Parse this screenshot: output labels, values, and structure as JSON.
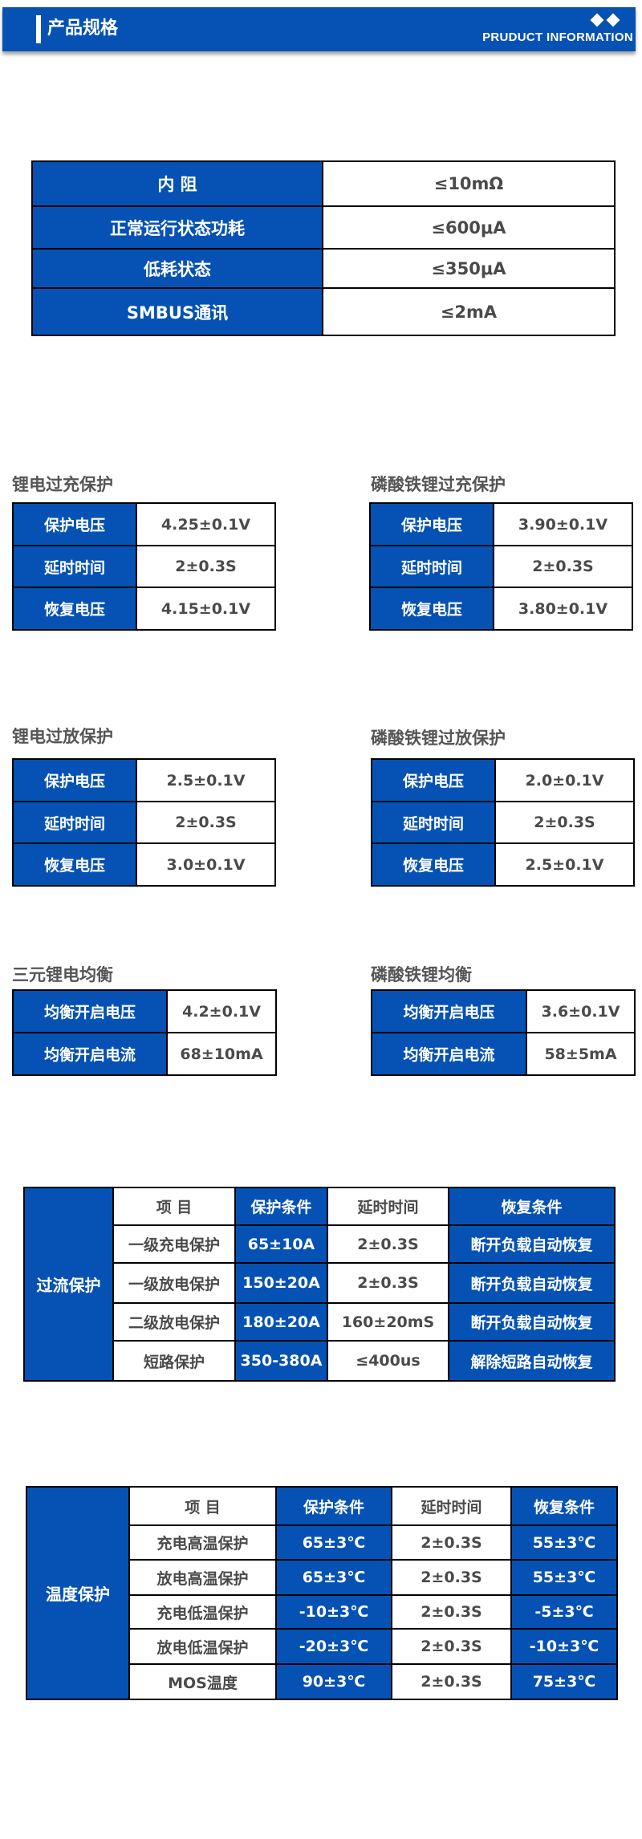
{
  "header": {
    "title": "产品规格",
    "subtitle": "PRUDUCT INFORMATION",
    "decor_icon": "diamond-pair-icon",
    "color": "#0652B4"
  },
  "basic_specs": [
    {
      "label": "内 阻",
      "value": "≤10mΩ"
    },
    {
      "label": "正常运行状态功耗",
      "value": "≤600μA"
    },
    {
      "label": "低耗状态",
      "value": "≤350μA"
    },
    {
      "label": "SMBUS通讯",
      "value": "≤2mA"
    }
  ],
  "overcharge": {
    "li": {
      "title": "锂电过充保护",
      "rows": [
        {
          "label": "保护电压",
          "value": "4.25±0.1V"
        },
        {
          "label": "延时时间",
          "value": "2±0.3S"
        },
        {
          "label": "恢复电压",
          "value": "4.15±0.1V"
        }
      ]
    },
    "lfp": {
      "title": "磷酸铁锂过充保护",
      "rows": [
        {
          "label": "保护电压",
          "value": "3.90±0.1V"
        },
        {
          "label": "延时时间",
          "value": "2±0.3S"
        },
        {
          "label": "恢复电压",
          "value": "3.80±0.1V"
        }
      ]
    }
  },
  "overdischarge": {
    "li": {
      "title": "锂电过放保护",
      "rows": [
        {
          "label": "保护电压",
          "value": "2.5±0.1V"
        },
        {
          "label": "延时时间",
          "value": "2±0.3S"
        },
        {
          "label": "恢复电压",
          "value": "3.0±0.1V"
        }
      ]
    },
    "lfp": {
      "title": "磷酸铁锂过放保护",
      "rows": [
        {
          "label": "保护电压",
          "value": "2.0±0.1V"
        },
        {
          "label": "延时时间",
          "value": "2±0.3S"
        },
        {
          "label": "恢复电压",
          "value": "2.5±0.1V"
        }
      ]
    }
  },
  "balance": {
    "li": {
      "title": "三元锂电均衡",
      "rows": [
        {
          "label": "均衡开启电压",
          "value": "4.2±0.1V"
        },
        {
          "label": "均衡开启电流",
          "value": "68±10mA"
        }
      ]
    },
    "lfp": {
      "title": "磷酸铁锂均衡",
      "rows": [
        {
          "label": "均衡开启电压",
          "value": "3.6±0.1V"
        },
        {
          "label": "均衡开启电流",
          "value": "58±5mA"
        }
      ]
    }
  },
  "overcurrent": {
    "label": "过流保护",
    "headers": [
      "项 目",
      "保护条件",
      "延时时间",
      "恢复条件"
    ],
    "rows": [
      {
        "item": "一级充电保护",
        "condition": "65±10A",
        "delay": "2±0.3S",
        "recovery": "断开负载自动恢复"
      },
      {
        "item": "一级放电保护",
        "condition": "150±20A",
        "delay": "2±0.3S",
        "recovery": "断开负载自动恢复"
      },
      {
        "item": "二级放电保护",
        "condition": "180±20A",
        "delay": "160±20mS",
        "recovery": "断开负载自动恢复"
      },
      {
        "item": "短路保护",
        "condition": "350-380A",
        "delay": "≤400us",
        "recovery": "解除短路自动恢复"
      }
    ]
  },
  "temperature": {
    "label": "温度保护",
    "headers": [
      "项 目",
      "保护条件",
      "延时时间",
      "恢复条件"
    ],
    "rows": [
      {
        "item": "充电高温保护",
        "condition": "65±3℃",
        "delay": "2±0.3S",
        "recovery": "55±3℃"
      },
      {
        "item": "放电高温保护",
        "condition": "65±3℃",
        "delay": "2±0.3S",
        "recovery": "55±3℃"
      },
      {
        "item": "充电低温保护",
        "condition": "-10±3℃",
        "delay": "2±0.3S",
        "recovery": "-5±3℃"
      },
      {
        "item": "放电低温保护",
        "condition": "-20±3℃",
        "delay": "2±0.3S",
        "recovery": "-10±3℃"
      },
      {
        "item": "MOS温度",
        "condition": "90±3℃",
        "delay": "2±0.3S",
        "recovery": "75±3℃"
      }
    ]
  }
}
